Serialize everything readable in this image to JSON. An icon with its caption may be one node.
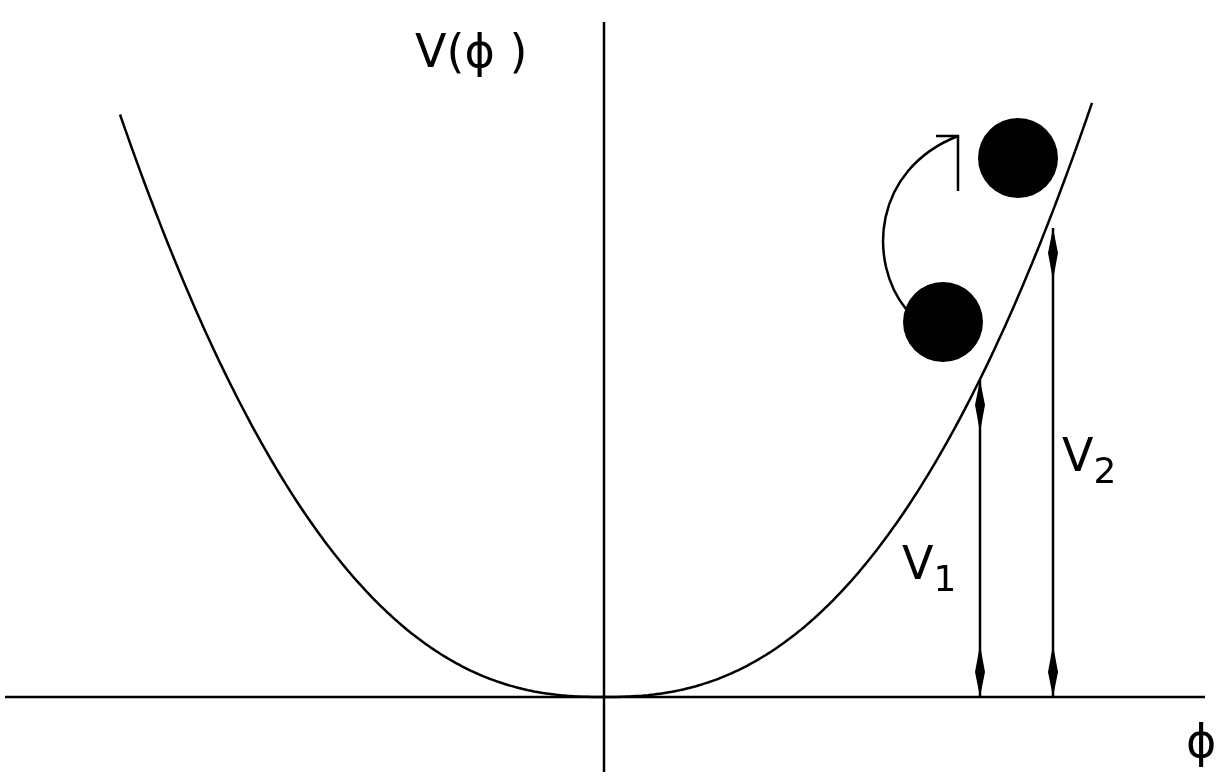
{
  "diagram": {
    "nodes": [
      {
        "text": [],
        "shape": "circle"
      },
      {
        "text": [],
        "shape": "circle"
      }
    ],
    "edges": [
      {
        "from": 1,
        "to": 0,
        "arrow": "to"
      }
    ],
    "labels": [
      "V(ϕ )",
      "V$_{2}$",
      "V$_{1}$",
      "ϕ"
    ]
  }
}
